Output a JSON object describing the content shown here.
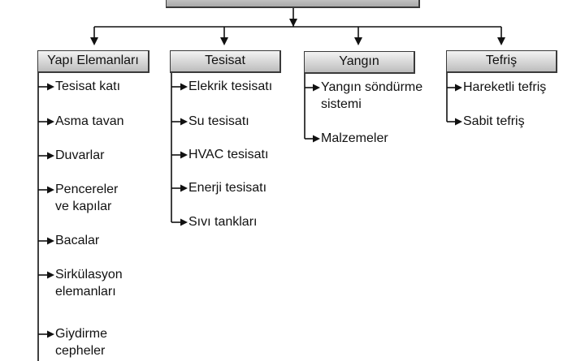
{
  "categories": [
    {
      "id": "yapi",
      "label": "Yapı Elemanları",
      "items": [
        {
          "lines": [
            "Tesisat katı"
          ]
        },
        {
          "lines": [
            "Asma tavan"
          ]
        },
        {
          "lines": [
            "Duvarlar"
          ]
        },
        {
          "lines": [
            "Pencereler",
            "ve kapılar"
          ]
        },
        {
          "lines": [
            "Bacalar"
          ]
        },
        {
          "lines": [
            "Sirkülasyon",
            "elemanları"
          ]
        },
        {
          "lines": [
            "Giydirme",
            "cepheler"
          ]
        }
      ]
    },
    {
      "id": "tesisat",
      "label": "Tesisat",
      "items": [
        {
          "lines": [
            "Elekrik tesisatı"
          ]
        },
        {
          "lines": [
            "Su tesisatı"
          ]
        },
        {
          "lines": [
            "HVAC tesisatı"
          ]
        },
        {
          "lines": [
            "Enerji tesisatı"
          ]
        },
        {
          "lines": [
            "Sıvı tankları"
          ]
        }
      ]
    },
    {
      "id": "yangin",
      "label": "Yangın",
      "items": [
        {
          "lines": [
            "Yangın söndürme",
            "sistemi"
          ]
        },
        {
          "lines": [
            "Malzemeler"
          ]
        }
      ]
    },
    {
      "id": "tefris",
      "label": "Tefriş",
      "items": [
        {
          "lines": [
            "Hareketli tefriş"
          ]
        },
        {
          "lines": [
            "Sabit tefriş"
          ]
        }
      ]
    }
  ]
}
